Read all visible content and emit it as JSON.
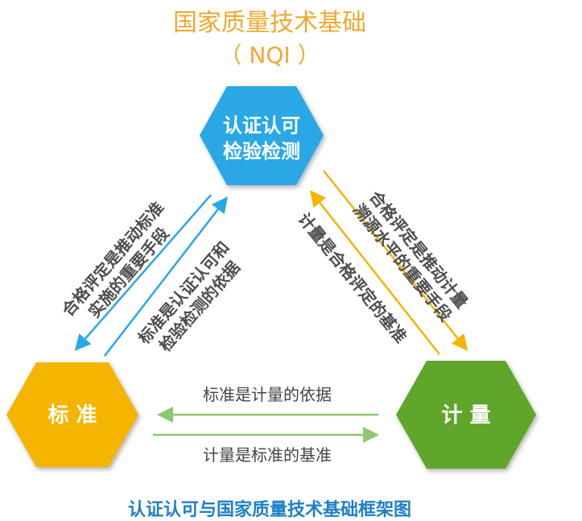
{
  "title": {
    "line1": "国家质量技术基础",
    "line2": "（ NQI ）"
  },
  "nodes": {
    "top": {
      "line1": "认证认可",
      "line2": "检验检测",
      "color": "#29a8e6"
    },
    "left": {
      "label": "标 准",
      "color": "#f5b400"
    },
    "right": {
      "label": "计 量",
      "color": "#5fa62c"
    }
  },
  "relations": {
    "left_outer": {
      "line1": "合格评定是推动标准",
      "line2": "实施的重要手段"
    },
    "left_inner": {
      "line1": "标准是认证认可和",
      "line2": "检验检测的依据"
    },
    "right_outer": {
      "line1": "合格评定是推动计量",
      "line2": "溯源水平的重要手段"
    },
    "right_inner": "计量是合格评定的基准",
    "bottom_upper": "标准是计量的依据",
    "bottom_lower": "计量是标准的基准"
  },
  "caption": "认证认可与国家质量技术基础框架图",
  "colors": {
    "title": "#f0a830",
    "caption": "#1e7fc8",
    "blue_arrow": "#29a8e6",
    "orange_arrow": "#f5b400",
    "green_arrow": "#8cc870"
  }
}
